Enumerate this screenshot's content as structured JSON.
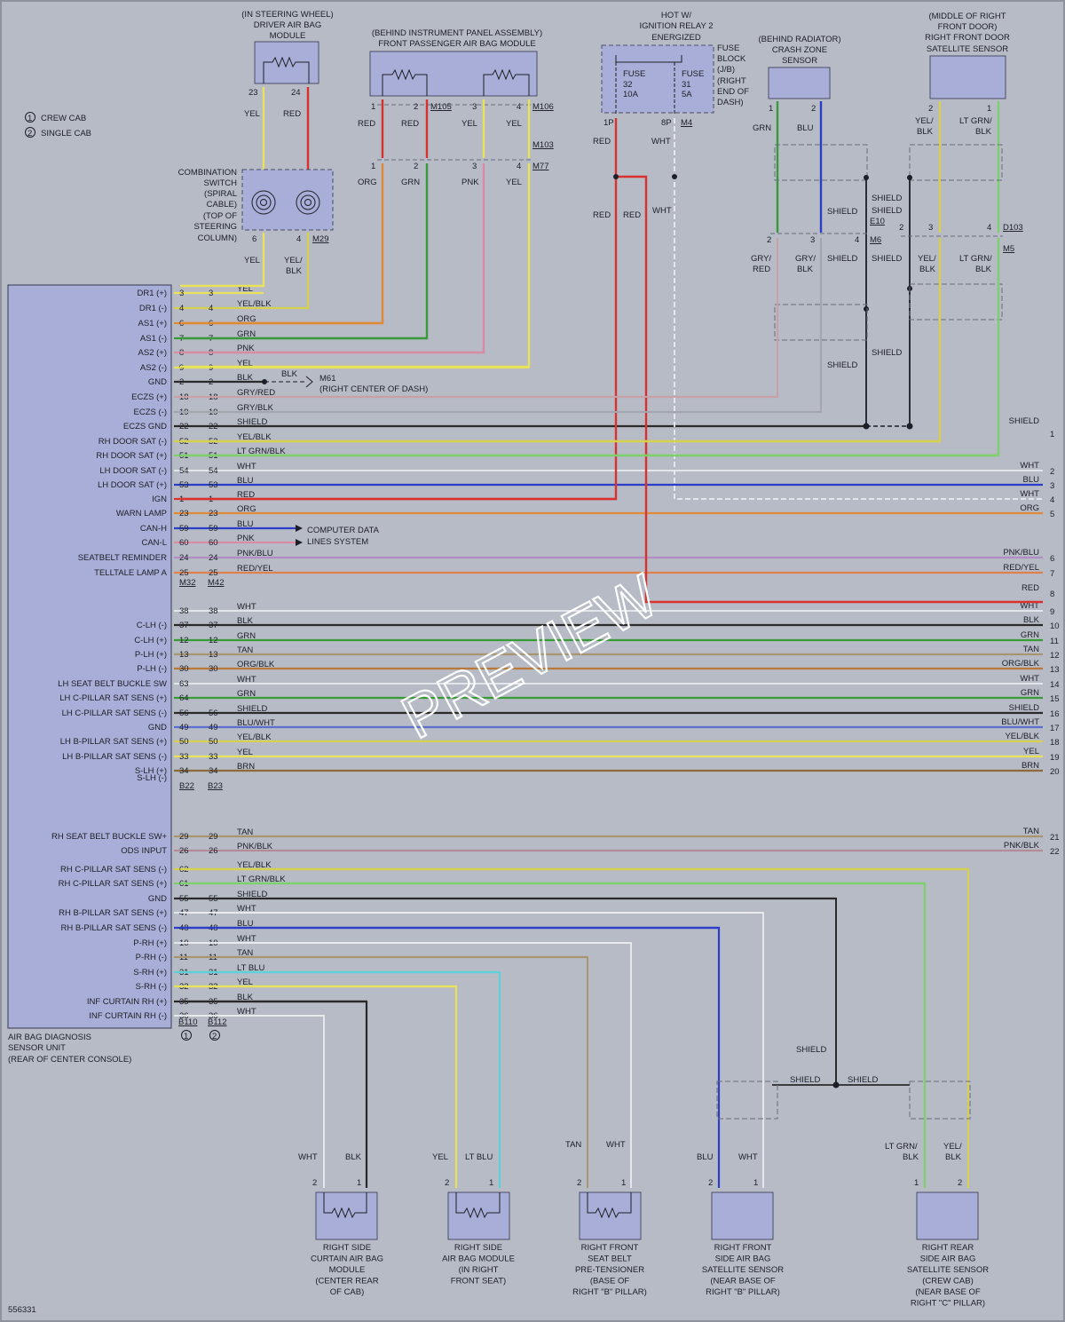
{
  "legend": [
    {
      "num": "1",
      "label": "CREW CAB"
    },
    {
      "num": "2",
      "label": "SINGLE CAB"
    }
  ],
  "watermark": "PREVIEW",
  "figure_id": "556331",
  "modules": {
    "driver_airbag": [
      "(IN STEERING WHEEL)",
      "DRIVER AIR BAG",
      "MODULE"
    ],
    "passenger_airbag": [
      "(BEHIND INSTRUMENT PANEL ASSEMBLY)",
      "FRONT PASSENGER AIR BAG MODULE"
    ],
    "relay": [
      "HOT W/",
      "IGNITION RELAY 2",
      "ENERGIZED"
    ],
    "fuse_block": [
      "FUSE",
      "BLOCK",
      "(J/B)",
      "(RIGHT",
      "END OF",
      "DASH)"
    ],
    "crash_zone": [
      "(BEHIND RADIATOR)",
      "CRASH ZONE",
      "SENSOR"
    ],
    "front_door_sat": [
      "(MIDDLE OF RIGHT",
      "FRONT DOOR)",
      "RIGHT FRONT DOOR",
      "SATELLITE SENSOR"
    ],
    "combination_switch": [
      "COMBINATION",
      "SWITCH",
      "(SPIRAL",
      "CABLE)",
      "(TOP OF",
      "STEERING",
      "COLUMN)"
    ],
    "diagnosis_unit": [
      "AIR BAG DIAGNOSIS",
      "SENSOR UNIT",
      "(REAR OF CENTER CONSOLE)"
    ],
    "ground_m61": [
      "M61",
      "(RIGHT CENTER OF DASH)"
    ],
    "computer_data": [
      "COMPUTER DATA",
      "LINES SYSTEM"
    ],
    "bottom": [
      [
        "RIGHT SIDE",
        "CURTAIN AIR BAG",
        "MODULE",
        "(CENTER REAR",
        "OF CAB)"
      ],
      [
        "RIGHT SIDE",
        "AIR BAG MODULE",
        "(IN RIGHT",
        "FRONT SEAT)"
      ],
      [
        "RIGHT FRONT",
        "SEAT BELT",
        "PRE-TENSIONER",
        "(BASE OF",
        "RIGHT \"B\" PILLAR)"
      ],
      [
        "RIGHT FRONT",
        "SIDE AIR BAG",
        "SATELLITE SENSOR",
        "(NEAR BASE OF",
        "RIGHT \"B\" PILLAR)"
      ],
      [
        "RIGHT REAR",
        "SIDE AIR BAG",
        "SATELLITE SENSOR",
        "(CREW CAB)",
        "(NEAR BASE OF",
        "RIGHT \"C\" PILLAR)"
      ]
    ],
    "fuse32": [
      "FUSE",
      "32",
      "10A"
    ],
    "fuse31": [
      "FUSE",
      "31",
      "5A"
    ]
  },
  "connectors": {
    "group1": [
      "M32",
      "M42"
    ],
    "group2": [
      "B22",
      "B23"
    ],
    "group3": [
      "B110",
      "B112"
    ],
    "m29": "M29",
    "m105": "M105",
    "m106": "M106",
    "m103": "M103",
    "m77": "M77",
    "m4": "M4",
    "e10": "E10",
    "m6": "M6",
    "d103": "D103",
    "m5": "M5"
  },
  "pins": [
    {
      "label": "DR1 (+)",
      "p1": "3",
      "p2": "3",
      "wire": "YEL",
      "right": "",
      "n": "",
      "color": "#e7e25a"
    },
    {
      "label": "DR1 (-)",
      "p1": "4",
      "p2": "4",
      "wire": "YEL/BLK",
      "right": "",
      "n": "",
      "color": "#d6d050"
    },
    {
      "label": "AS1 (+)",
      "p1": "6",
      "p2": "6",
      "wire": "ORG",
      "right": "",
      "n": "",
      "color": "#e08a38"
    },
    {
      "label": "AS1 (-)",
      "p1": "7",
      "p2": "7",
      "wire": "GRN",
      "right": "",
      "n": "",
      "color": "#3a9a3a"
    },
    {
      "label": "AS2 (+)",
      "p1": "8",
      "p2": "8",
      "wire": "PNK",
      "right": "",
      "n": "",
      "color": "#d98aa5"
    },
    {
      "label": "AS2 (-)",
      "p1": "9",
      "p2": "9",
      "wire": "YEL",
      "right": "",
      "n": "",
      "color": "#e7e25a"
    },
    {
      "label": "GND",
      "p1": "2",
      "p2": "2",
      "wire": "BLK",
      "right": "",
      "n": "",
      "color": "#2a2a2a"
    },
    {
      "label": "ECZS (+)",
      "p1": "18",
      "p2": "18",
      "wire": "GRY/RED",
      "right": "",
      "n": "",
      "color": "#c7a1a6"
    },
    {
      "label": "ECZS (-)",
      "p1": "19",
      "p2": "19",
      "wire": "GRY/BLK",
      "right": "",
      "n": "",
      "color": "#a3a7ad"
    },
    {
      "label": "ECZS GND",
      "p1": "22",
      "p2": "22",
      "wire": "SHIELD",
      "right": "SHIELD",
      "n": "1",
      "color": "#2a2a2a"
    },
    {
      "label": "RH DOOR SAT (-)",
      "p1": "52",
      "p2": "52",
      "wire": "YEL/BLK",
      "right": "",
      "n": "",
      "color": "#d6d050"
    },
    {
      "label": "RH DOOR SAT (+)",
      "p1": "51",
      "p2": "51",
      "wire": "LT GRN/BLK",
      "right": "",
      "n": "",
      "color": "#7ed06d"
    },
    {
      "label": "LH DOOR SAT (-)",
      "p1": "54",
      "p2": "54",
      "wire": "WHT",
      "right": "WHT",
      "n": "2",
      "color": "#e9ecef"
    },
    {
      "label": "LH DOOR SAT (+)",
      "p1": "53",
      "p2": "53",
      "wire": "BLU",
      "right": "BLU",
      "n": "3",
      "color": "#2c3ec8"
    },
    {
      "label": "IGN",
      "p1": "1",
      "p2": "1",
      "wire": "RED",
      "right": "WHT",
      "n": "4",
      "color": "#d93030"
    },
    {
      "label": "WARN LAMP",
      "p1": "23",
      "p2": "23",
      "wire": "ORG",
      "right": "ORG",
      "n": "5",
      "color": "#e08a38"
    },
    {
      "label": "CAN-H",
      "p1": "59",
      "p2": "59",
      "wire": "BLU",
      "right": "",
      "n": "",
      "color": "#2c3ec8"
    },
    {
      "label": "CAN-L",
      "p1": "60",
      "p2": "60",
      "wire": "PNK",
      "right": "",
      "n": "",
      "color": "#d98aa5"
    },
    {
      "label": "SEATBELT REMINDER",
      "p1": "24",
      "p2": "24",
      "wire": "PNK/BLU",
      "right": "PNK/BLU",
      "n": "6",
      "color": "#b08fc0"
    },
    {
      "label": "TELLTALE LAMP A",
      "p1": "25",
      "p2": "25",
      "wire": "RED/YEL",
      "right": "RED/YEL",
      "n": "7",
      "color": "#e0804d"
    },
    {
      "label": "",
      "p1": "",
      "p2": "",
      "wire": "",
      "right": "RED",
      "n": "8",
      "color": "#d93030"
    },
    {
      "label": "",
      "p1": "38",
      "p2": "38",
      "wire": "WHT",
      "right": "WHT",
      "n": "9",
      "color": "#e9ecef"
    },
    {
      "label": "C-LH (-)",
      "p1": "37",
      "p2": "37",
      "wire": "BLK",
      "right": "BLK",
      "n": "10",
      "color": "#2a2a2a"
    },
    {
      "label": "C-LH (+)",
      "p1": "12",
      "p2": "12",
      "wire": "GRN",
      "right": "GRN",
      "n": "11",
      "color": "#3a9a3a"
    },
    {
      "label": "P-LH (+)",
      "p1": "13",
      "p2": "13",
      "wire": "TAN",
      "right": "TAN",
      "n": "12",
      "color": "#a89670"
    },
    {
      "label": "P-LH (-)",
      "p1": "30",
      "p2": "30",
      "wire": "ORG/BLK",
      "right": "ORG/BLK",
      "n": "13",
      "color": "#b87a3a"
    },
    {
      "label": "LH SEAT BELT BUCKLE SW",
      "p1": "63",
      "p2": "",
      "wire": "WHT",
      "right": "WHT",
      "n": "14",
      "color": "#e9ecef"
    },
    {
      "label": "LH C-PILLAR SAT SENS (+)",
      "p1": "64",
      "p2": "",
      "wire": "GRN",
      "right": "GRN",
      "n": "15",
      "color": "#3a9a3a"
    },
    {
      "label": "LH C-PILLAR SAT SENS (-)",
      "p1": "56",
      "p2": "56",
      "wire": "SHIELD",
      "right": "SHIELD",
      "n": "16",
      "color": "#2a2a2a"
    },
    {
      "label": "GND",
      "p1": "49",
      "p2": "49",
      "wire": "BLU/WHT",
      "right": "BLU/WHT",
      "n": "17",
      "color": "#5c6ed0"
    },
    {
      "label": "LH B-PILLAR SAT SENS (+)",
      "p1": "50",
      "p2": "50",
      "wire": "YEL/BLK",
      "right": "YEL/BLK",
      "n": "18",
      "color": "#d6d050"
    },
    {
      "label": "LH B-PILLAR SAT SENS (-)",
      "p1": "33",
      "p2": "33",
      "wire": "YEL",
      "right": "YEL",
      "n": "19",
      "color": "#e7e25a"
    },
    {
      "label": "S-LH (+)",
      "p1": "34",
      "p2": "34",
      "wire": "BRN",
      "right": "BRN",
      "n": "20",
      "color": "#8c6a3a"
    },
    {
      "label": "S-LH (-)",
      "p1": "",
      "p2": "",
      "wire": "",
      "right": "",
      "n": "",
      "color": "#8c6a3a"
    },
    {
      "label": "RH SEAT BELT BUCKLE SW+",
      "p1": "29",
      "p2": "29",
      "wire": "TAN",
      "right": "TAN",
      "n": "21",
      "color": "#a89670"
    },
    {
      "label": "ODS INPUT",
      "p1": "26",
      "p2": "26",
      "wire": "PNK/BLK",
      "right": "PNK/BLK",
      "n": "22",
      "color": "#b38a97"
    },
    {
      "label": "RH C-PILLAR SAT SENS (-)",
      "p1": "62",
      "p2": "",
      "wire": "YEL/BLK",
      "right": "",
      "n": "",
      "color": "#d6d050"
    },
    {
      "label": "RH C-PILLAR SAT SENS (+)",
      "p1": "61",
      "p2": "",
      "wire": "LT GRN/BLK",
      "right": "",
      "n": "",
      "color": "#7ed06d"
    },
    {
      "label": "GND",
      "p1": "55",
      "p2": "55",
      "wire": "SHIELD",
      "right": "",
      "n": "",
      "color": "#2a2a2a"
    },
    {
      "label": "RH B-PILLAR SAT SENS (+)",
      "p1": "47",
      "p2": "47",
      "wire": "WHT",
      "right": "",
      "n": "",
      "color": "#e9ecef"
    },
    {
      "label": "RH B-PILLAR SAT SENS (-)",
      "p1": "48",
      "p2": "48",
      "wire": "BLU",
      "right": "",
      "n": "",
      "color": "#2c3ec8"
    },
    {
      "label": "P-RH (+)",
      "p1": "10",
      "p2": "10",
      "wire": "WHT",
      "right": "",
      "n": "",
      "color": "#e9ecef"
    },
    {
      "label": "P-RH (-)",
      "p1": "11",
      "p2": "11",
      "wire": "TAN",
      "right": "",
      "n": "",
      "color": "#a89670"
    },
    {
      "label": "S-RH (+)",
      "p1": "31",
      "p2": "31",
      "wire": "LT BLU",
      "right": "",
      "n": "",
      "color": "#5fd0d8"
    },
    {
      "label": "S-RH (-)",
      "p1": "32",
      "p2": "32",
      "wire": "YEL",
      "right": "",
      "n": "",
      "color": "#e7e25a"
    },
    {
      "label": "INF CURTAIN RH (+)",
      "p1": "35",
      "p2": "35",
      "wire": "BLK",
      "right": "",
      "n": "",
      "color": "#2a2a2a"
    },
    {
      "label": "INF CURTAIN RH (-)",
      "p1": "36",
      "p2": "36",
      "wire": "WHT",
      "right": "",
      "n": "",
      "color": "#e9ecef"
    }
  ],
  "wire_labels": {
    "yel": "YEL",
    "red": "RED",
    "org": "ORG",
    "grn": "GRN",
    "pnk": "PNK",
    "blu": "BLU",
    "wht": "WHT",
    "blk": "BLK",
    "tan": "TAN",
    "ltblu": "LT BLU",
    "shield": "SHIELD",
    "yelblk": "YEL/",
    "blk2": "BLK",
    "ltgrn": "LT GRN/",
    "gry": "GRY/"
  }
}
